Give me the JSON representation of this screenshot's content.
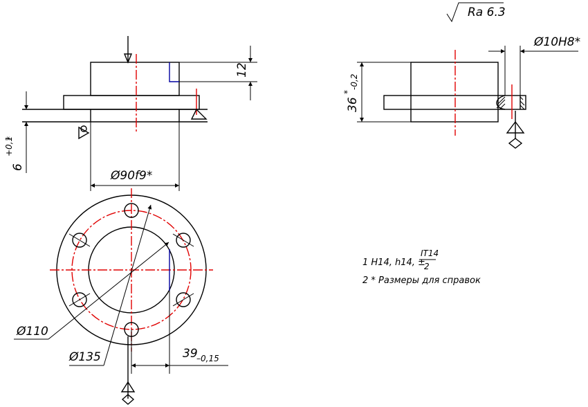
{
  "roughness": {
    "label": "Ra 6.3"
  },
  "side_view": {
    "dim_height": "12",
    "dim_thickness": "6",
    "dim_thickness_tol": "+0,1",
    "dim_thickness_ref": "*",
    "dim_diameter": "Ø90f9*"
  },
  "washer_view": {
    "dim_height": "36",
    "dim_height_ref": "*",
    "dim_height_tol": "-0,2",
    "dim_hole": "Ø10H8*"
  },
  "top_view": {
    "dim_inner": "Ø110",
    "dim_bolt_circle": "Ø135",
    "dim_offset": "39",
    "dim_offset_tol": "–0,15"
  },
  "notes": {
    "line1_prefix": "1 H14, h14, ±",
    "line1_frac_num": "IT14",
    "line1_frac_den": "2",
    "line2": "2 * Размеры для справок"
  }
}
